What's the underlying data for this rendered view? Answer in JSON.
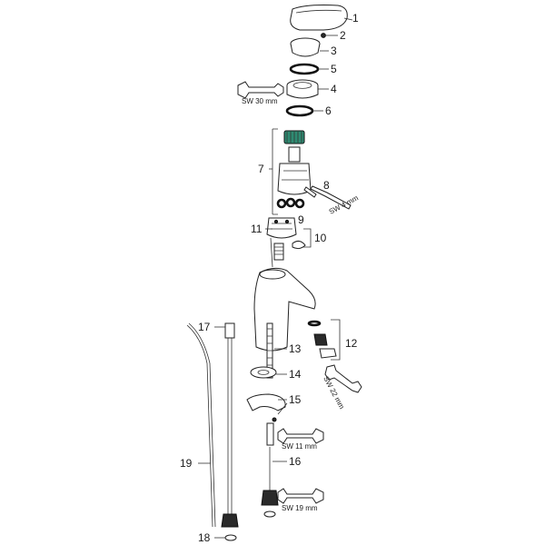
{
  "parts": [
    "1",
    "2",
    "3",
    "5",
    "4",
    "6",
    "7",
    "8",
    "9",
    "10",
    "11",
    "12",
    "13",
    "14",
    "15",
    "16",
    "17",
    "18",
    "19"
  ],
  "wrench_labels": {
    "sw30": "SW 30 mm",
    "sw4": "SW 4 mm",
    "sw22": "SW 22 mm",
    "sw11": "SW 11 mm",
    "sw19": "SW 19 mm"
  },
  "colors": {
    "cartridge_cap": "#2e8b72",
    "line": "#333333"
  }
}
